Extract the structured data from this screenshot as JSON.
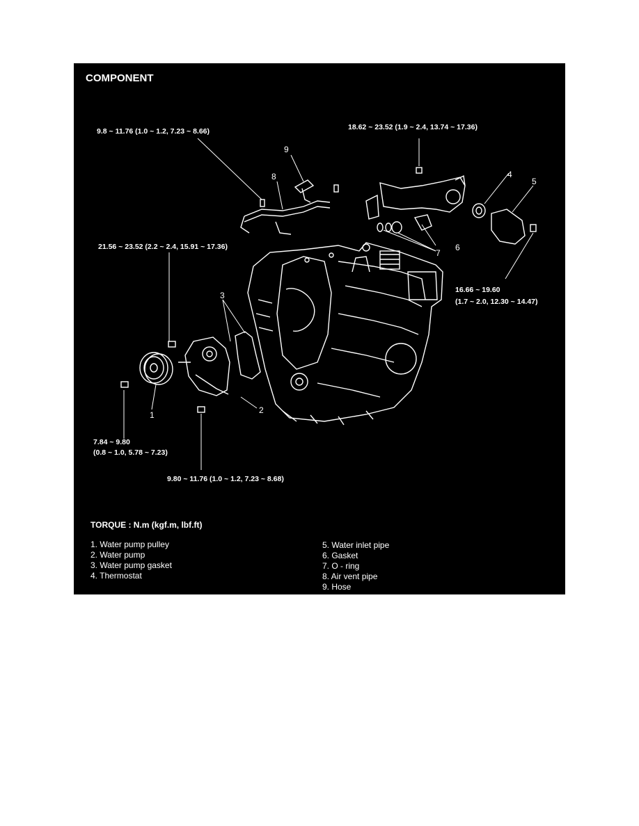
{
  "title": "COMPONENT",
  "torque_specs": {
    "air_vent_bolt": "9.8 ~ 11.76 (1.0 ~ 1.2, 7.23 ~ 8.66)",
    "inlet_pipe_bolt": "18.62 ~ 23.52 (1.9 ~ 2.4, 13.74 ~ 17.36)",
    "water_pump_bolt": "21.56 ~ 23.52 (2.2 ~ 2.4, 15.91 ~ 17.36)",
    "inlet_cover_bolt_line1": "16.66 ~ 19.60",
    "inlet_cover_bolt_line2": "(1.7 ~ 2.0, 12.30 ~ 14.47)",
    "pulley_bolt_line1": "7.84 ~ 9.80",
    "pulley_bolt_line2": "(0.8 ~ 1.0, 5.78 ~ 7.23)",
    "lower_bolt": "9.80 ~ 11.76 (1.0 ~ 1.2, 7.23 ~ 8.68)"
  },
  "callouts": [
    "1",
    "2",
    "3",
    "4",
    "5",
    "6",
    "7",
    "8",
    "9"
  ],
  "legend": {
    "title": "TORQUE : N.m (kgf.m, lbf.ft)",
    "left_items": [
      "1.  Water pump pulley",
      "2.  Water pump",
      "3.  Water pump gasket",
      "4.  Thermostat"
    ],
    "right_items": [
      "5.  Water inlet pipe",
      "6.  Gasket",
      "7.  O - ring",
      "8.  Air vent pipe",
      "9.  Hose"
    ]
  }
}
